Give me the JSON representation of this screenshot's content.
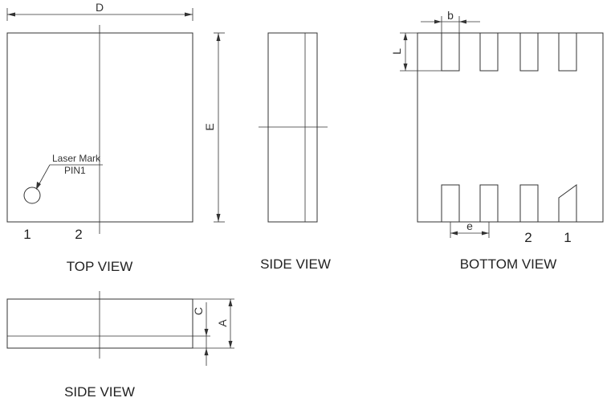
{
  "views": {
    "top": "TOP VIEW",
    "side_right": "SIDE VIEW",
    "bottom": "BOTTOM VIEW",
    "side_bottom": "SIDE VIEW"
  },
  "dimensions": {
    "D": "D",
    "E": "E",
    "b": "b",
    "L": "L",
    "e": "e",
    "C": "C",
    "A": "A"
  },
  "top_view": {
    "laser_mark": "Laser Mark",
    "pin1_label": "PIN1",
    "pin_1": "1",
    "pin_2": "2"
  },
  "bottom_view": {
    "pin_2": "2",
    "pin_1": "1"
  }
}
